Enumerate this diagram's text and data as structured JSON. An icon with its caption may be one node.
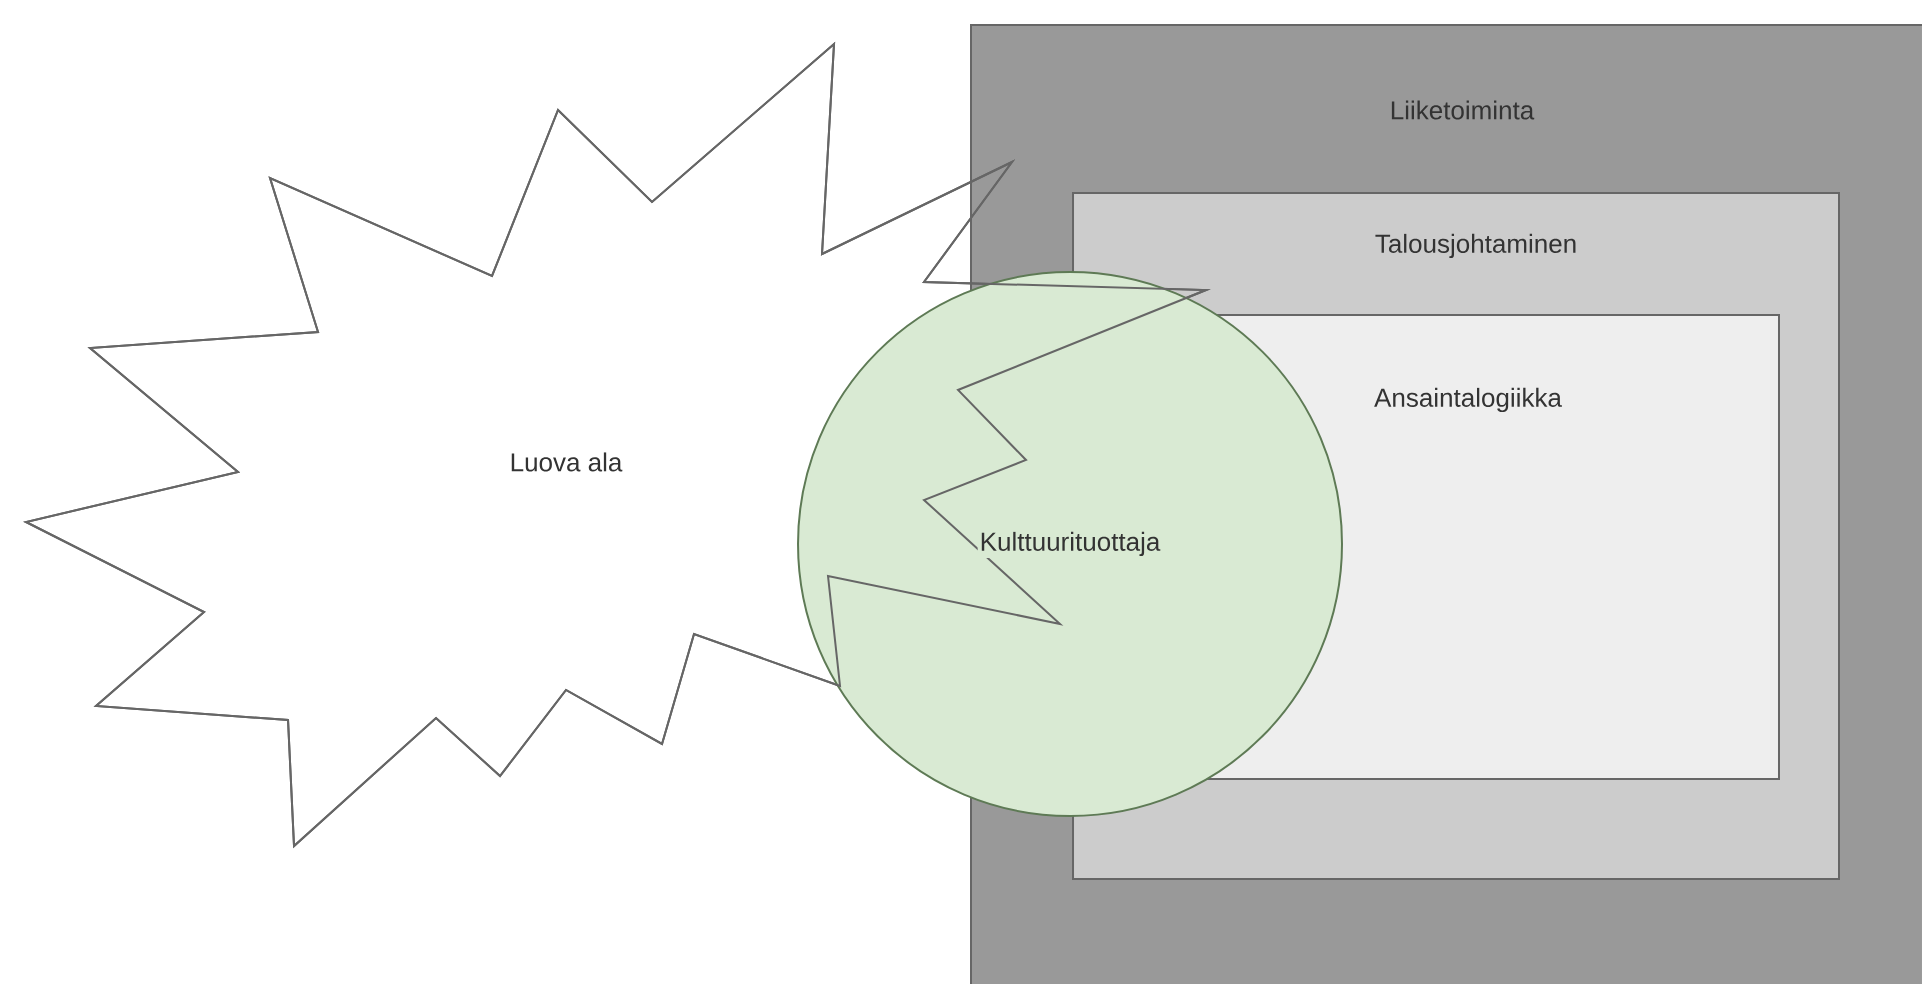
{
  "diagram": {
    "nodes": [
      {
        "text": [
          "Liiketoiminta"
        ]
      },
      {
        "text": [
          "Talousjohtaminen"
        ],
        "in": 0
      },
      {
        "text": [
          "Ansaintalogiikka"
        ],
        "in": 1
      },
      {
        "text": [
          "Luova ala"
        ]
      },
      {
        "text": [
          "Kulttuurituottaja"
        ]
      }
    ]
  }
}
